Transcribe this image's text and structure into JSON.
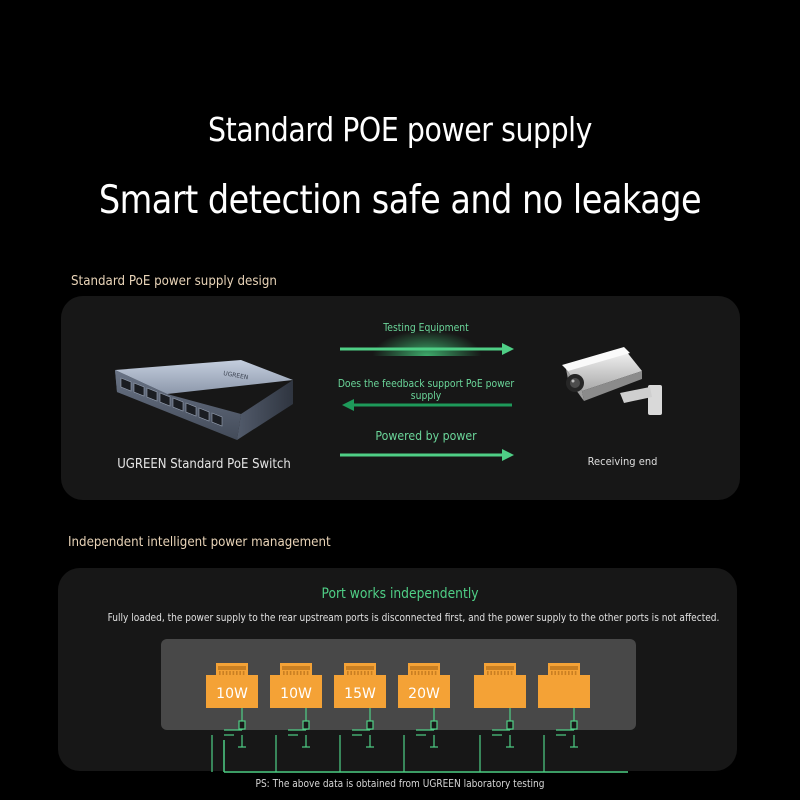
{
  "header": {
    "title": "Standard POE power supply",
    "subtitle": "Smart detection safe and no leakage"
  },
  "section1": {
    "label": "Standard PoE power supply design",
    "switch_brand": "UGREEN",
    "switch_label": "UGREEN Standard PoE Switch",
    "flow": {
      "testing": "Testing Equipment",
      "feedback": "Does the feedback support PoE power supply",
      "powered": "Powered by power"
    },
    "receiving_label": "Receiving end"
  },
  "section2": {
    "label": "Independent intelligent power management",
    "title": "Port works independently",
    "description": "Fully loaded, the power supply to the rear upstream ports is disconnected first, and the power supply to the other ports is not affected.",
    "ports": [
      {
        "label": "10W"
      },
      {
        "label": "10W"
      },
      {
        "label": "15W"
      },
      {
        "label": "20W"
      },
      {
        "label": ""
      },
      {
        "label": ""
      }
    ]
  },
  "footnote": "PS: The above data is obtained from UGREEN laboratory testing",
  "colors": {
    "accent_green": "#4fcf86",
    "port_orange": "#f4a236",
    "label_beige": "#e9d4b8",
    "panel_bg": "#171717"
  },
  "icons": {
    "switch": "poe-switch-device",
    "camera": "security-camera",
    "arrow": "green-arrow"
  }
}
